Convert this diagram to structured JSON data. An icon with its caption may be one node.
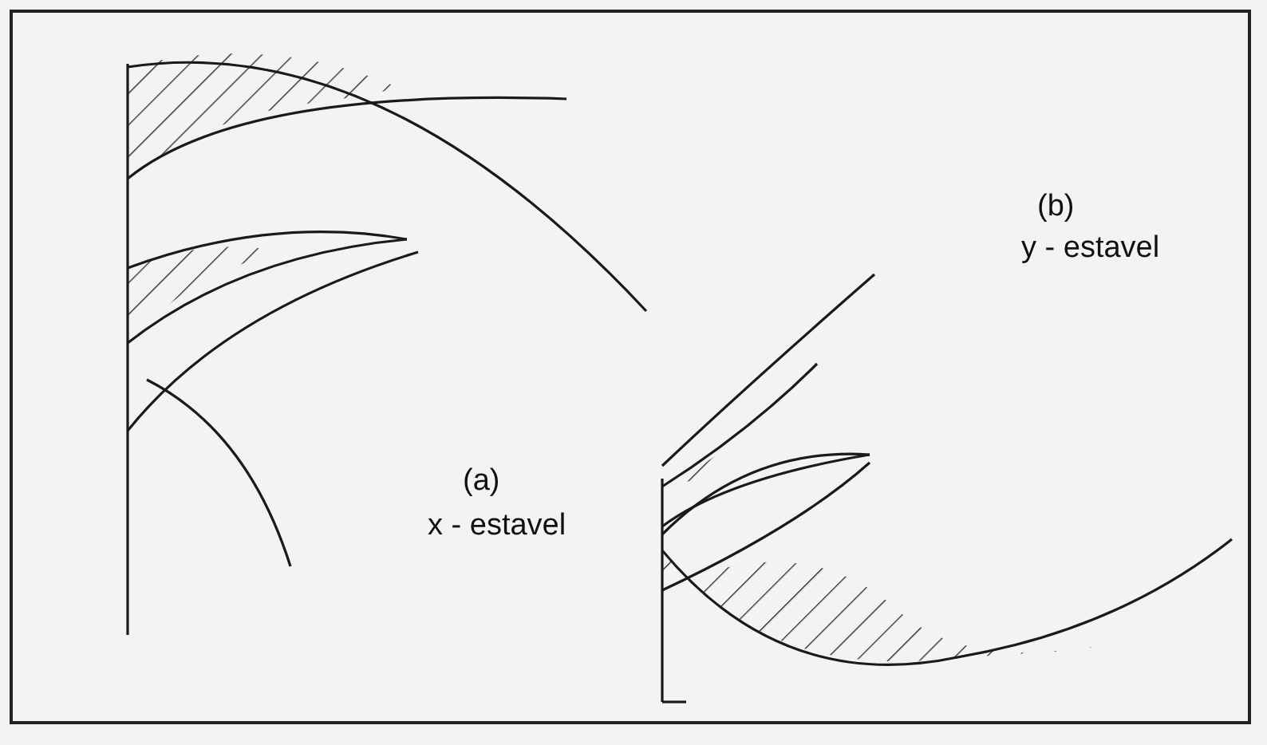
{
  "diagram": {
    "labels": [
      "(a)",
      "x - estavel",
      "(b)",
      "y - estavel"
    ]
  }
}
